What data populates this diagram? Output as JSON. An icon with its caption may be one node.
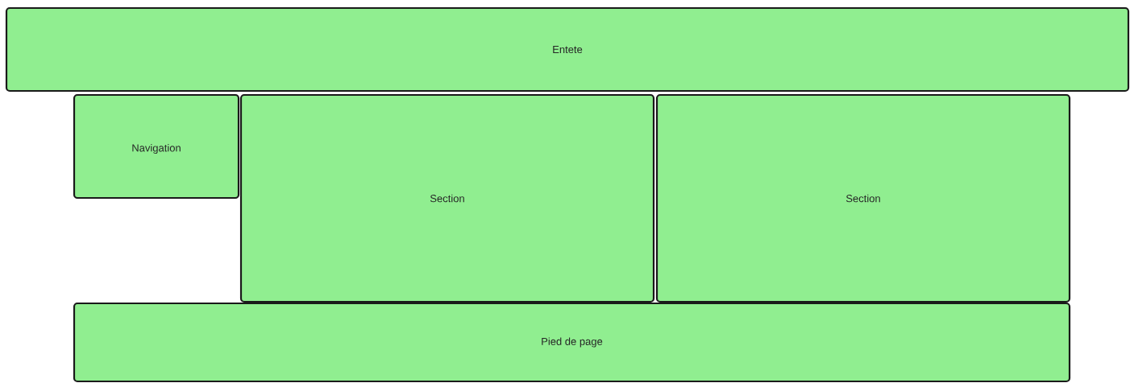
{
  "diagram": {
    "nodes": [
      {
        "text": [
          "Entete"
        ]
      },
      {
        "text": [
          "Navigation"
        ]
      },
      {
        "text": [
          "Section"
        ]
      },
      {
        "text": [
          "Section"
        ]
      },
      {
        "text": [
          "Pied de page"
        ]
      }
    ]
  }
}
